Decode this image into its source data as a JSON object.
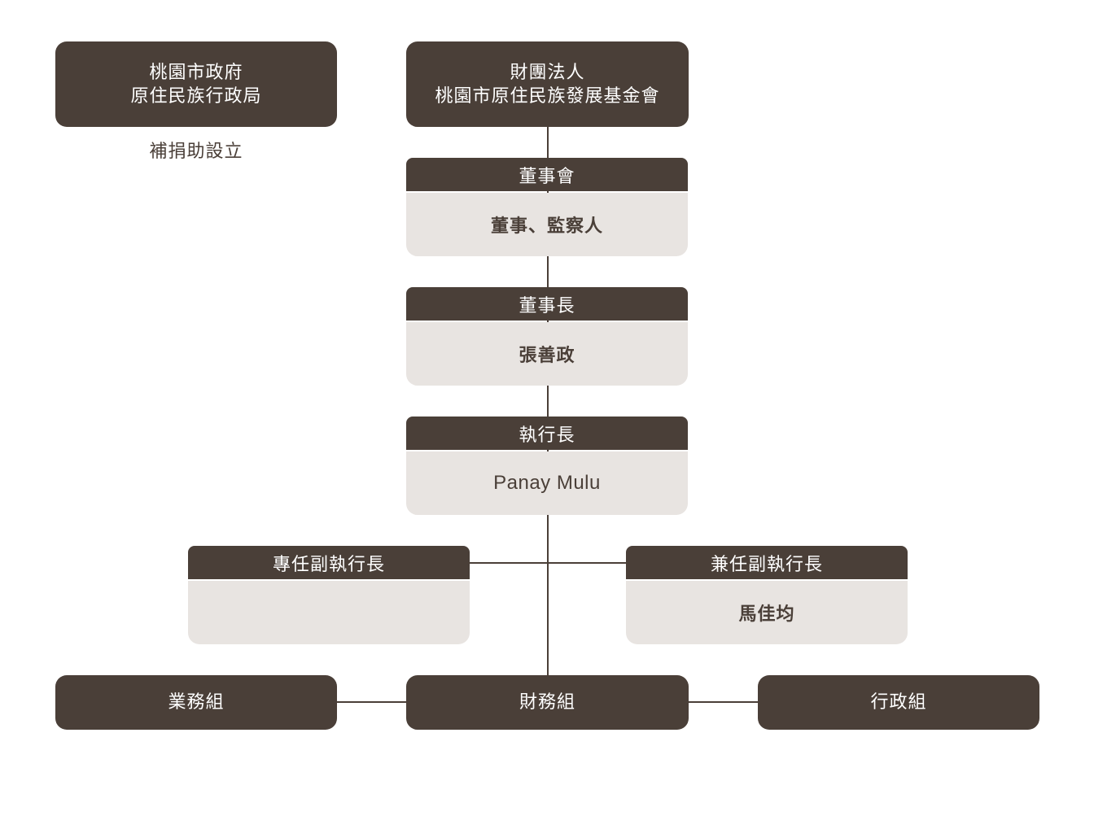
{
  "colors": {
    "dark": "#4a3f38",
    "light": "#e8e4e1",
    "text_on_dark": "#ffffff"
  },
  "sponsor": {
    "line1": "桃園市政府",
    "line2": "原住民族行政局",
    "note": "補捐助設立"
  },
  "foundation": {
    "line1": "財團法人",
    "line2": "桃園市原住民族發展基金會"
  },
  "board": {
    "header": "董事會",
    "body": "董事、監察人"
  },
  "chairman": {
    "header": "董事長",
    "body": "張善政"
  },
  "ceo": {
    "header": "執行長",
    "body": "Panay Mulu"
  },
  "deputy_fulltime": {
    "header": "專任副執行長",
    "body": ""
  },
  "deputy_parttime": {
    "header": "兼任副執行長",
    "body": "馬佳均"
  },
  "groups": {
    "business": "業務組",
    "finance": "財務組",
    "admin": "行政組"
  }
}
